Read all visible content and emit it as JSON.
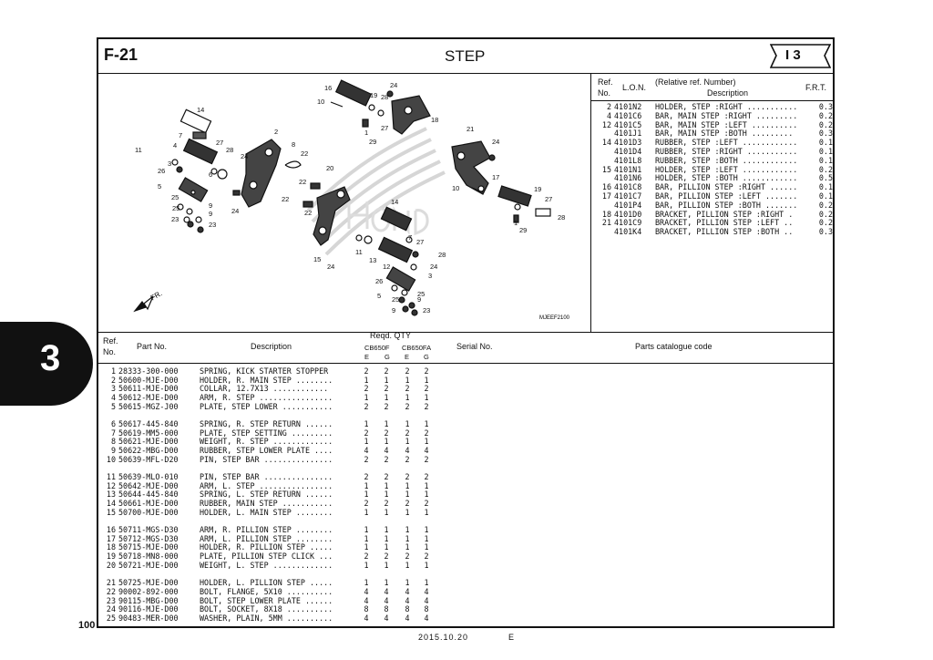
{
  "header": {
    "section": "F-21",
    "title": "STEP",
    "code": "I 3"
  },
  "side_tab": {
    "label": "3"
  },
  "page_number": "100",
  "footer": {
    "date": "2015.10.20",
    "edition": "E"
  },
  "diagram": {
    "code": "MJEEF2100",
    "front_label": "FR."
  },
  "ref_table": {
    "headers": {
      "ref": "Ref.",
      "no": "No.",
      "lon": "L.O.N.",
      "relative": "(Relative ref. Number)",
      "description": "Description",
      "frt": "F.R.T."
    },
    "rows": [
      {
        "ref": "2",
        "lon": "4101N2",
        "desc": "HOLDER, STEP :RIGHT ...........",
        "frt": "0.3"
      },
      {
        "ref": "4",
        "lon": "4101C6",
        "desc": "BAR, MAIN STEP :RIGHT .........",
        "frt": "0.2"
      },
      {
        "ref": "12",
        "lon": "4101C5",
        "desc": "BAR, MAIN STEP :LEFT ..........",
        "frt": "0.2"
      },
      {
        "ref": "",
        "lon": "4101J1",
        "desc": "BAR, MAIN STEP :BOTH .........",
        "frt": "0.3"
      },
      {
        "ref": "14",
        "lon": "4101D3",
        "desc": "RUBBER, STEP :LEFT ............",
        "frt": "0.1"
      },
      {
        "ref": "",
        "lon": "4101D4",
        "desc": "RUBBER, STEP :RIGHT ...........",
        "frt": "0.1"
      },
      {
        "ref": "",
        "lon": "4101L8",
        "desc": "RUBBER, STEP :BOTH ............",
        "frt": "0.1"
      },
      {
        "ref": "15",
        "lon": "4101N1",
        "desc": "HOLDER, STEP :LEFT ............",
        "frt": "0.2"
      },
      {
        "ref": "",
        "lon": "4101N6",
        "desc": "HOLDER, STEP :BOTH ............",
        "frt": "0.5"
      },
      {
        "ref": "16",
        "lon": "4101C8",
        "desc": "BAR, PILLION STEP :RIGHT ......",
        "frt": "0.1"
      },
      {
        "ref": "17",
        "lon": "4101C7",
        "desc": "BAR, PILLION STEP :LEFT .......",
        "frt": "0.1"
      },
      {
        "ref": "",
        "lon": "4101P4",
        "desc": "BAR, PILLION STEP :BOTH .......",
        "frt": "0.2"
      },
      {
        "ref": "18",
        "lon": "4101D0",
        "desc": "BRACKET, PILLION STEP :RIGHT .",
        "frt": "0.2"
      },
      {
        "ref": "21",
        "lon": "4101C9",
        "desc": "BRACKET, PILLION STEP :LEFT ..",
        "frt": "0.2"
      },
      {
        "ref": "",
        "lon": "4101K4",
        "desc": "BRACKET, PILLION STEP :BOTH ..",
        "frt": "0.3"
      }
    ]
  },
  "parts_table": {
    "headers": {
      "ref": "Ref.",
      "no": "No.",
      "part_no": "Part No.",
      "description": "Description",
      "reqd_qty": "Reqd. QTY",
      "model1": "CB650F",
      "model2": "CB650FA",
      "sub": [
        "E",
        "G",
        "E",
        "G"
      ],
      "serial": "Serial No.",
      "catalogue": "Parts catalogue code"
    },
    "rows": [
      {
        "ref": "1",
        "part": "28333-300-000",
        "desc": "SPRING, KICK STARTER STOPPER",
        "q": [
          "2",
          "2",
          "2",
          "2"
        ]
      },
      {
        "ref": "2",
        "part": "50600-MJE-D00",
        "desc": "HOLDER, R. MAIN STEP ........",
        "q": [
          "1",
          "1",
          "1",
          "1"
        ]
      },
      {
        "ref": "3",
        "part": "50611-MJE-D00",
        "desc": "COLLAR, 12.7X13 ............",
        "q": [
          "2",
          "2",
          "2",
          "2"
        ]
      },
      {
        "ref": "4",
        "part": "50612-MJE-D00",
        "desc": "ARM, R. STEP ................",
        "q": [
          "1",
          "1",
          "1",
          "1"
        ]
      },
      {
        "ref": "5",
        "part": "50615-MGZ-J00",
        "desc": "PLATE, STEP LOWER ...........",
        "q": [
          "2",
          "2",
          "2",
          "2"
        ]
      },
      {
        "ref": "6",
        "part": "50617-445-840",
        "desc": "SPRING, R. STEP RETURN ......",
        "q": [
          "1",
          "1",
          "1",
          "1"
        ]
      },
      {
        "ref": "7",
        "part": "50619-MM5-000",
        "desc": "PLATE, STEP SETTING .........",
        "q": [
          "2",
          "2",
          "2",
          "2"
        ]
      },
      {
        "ref": "8",
        "part": "50621-MJE-D00",
        "desc": "WEIGHT, R. STEP .............",
        "q": [
          "1",
          "1",
          "1",
          "1"
        ]
      },
      {
        "ref": "9",
        "part": "50622-MBG-D00",
        "desc": "RUBBER, STEP LOWER PLATE ....",
        "q": [
          "4",
          "4",
          "4",
          "4"
        ]
      },
      {
        "ref": "10",
        "part": "50639-MFL-D20",
        "desc": "PIN, STEP BAR ...............",
        "q": [
          "2",
          "2",
          "2",
          "2"
        ]
      },
      {
        "ref": "11",
        "part": "50639-MLO-010",
        "desc": "PIN, STEP BAR ...............",
        "q": [
          "2",
          "2",
          "2",
          "2"
        ]
      },
      {
        "ref": "12",
        "part": "50642-MJE-D00",
        "desc": "ARM, L. STEP ................",
        "q": [
          "1",
          "1",
          "1",
          "1"
        ]
      },
      {
        "ref": "13",
        "part": "50644-445-840",
        "desc": "SPRING, L. STEP RETURN ......",
        "q": [
          "1",
          "1",
          "1",
          "1"
        ]
      },
      {
        "ref": "14",
        "part": "50661-MJE-D00",
        "desc": "RUBBER, MAIN STEP ...........",
        "q": [
          "2",
          "2",
          "2",
          "2"
        ]
      },
      {
        "ref": "15",
        "part": "50700-MJE-D00",
        "desc": "HOLDER, L. MAIN STEP ........",
        "q": [
          "1",
          "1",
          "1",
          "1"
        ]
      },
      {
        "ref": "16",
        "part": "50711-MGS-D30",
        "desc": "ARM, R. PILLION STEP ........",
        "q": [
          "1",
          "1",
          "1",
          "1"
        ]
      },
      {
        "ref": "17",
        "part": "50712-MGS-D30",
        "desc": "ARM, L. PILLION STEP ........",
        "q": [
          "1",
          "1",
          "1",
          "1"
        ]
      },
      {
        "ref": "18",
        "part": "50715-MJE-D00",
        "desc": "HOLDER, R. PILLION STEP .....",
        "q": [
          "1",
          "1",
          "1",
          "1"
        ]
      },
      {
        "ref": "19",
        "part": "50718-MN8-000",
        "desc": "PLATE, PILLION STEP CLICK ...",
        "q": [
          "2",
          "2",
          "2",
          "2"
        ]
      },
      {
        "ref": "20",
        "part": "50721-MJE-D00",
        "desc": "WEIGHT, L. STEP .............",
        "q": [
          "1",
          "1",
          "1",
          "1"
        ]
      },
      {
        "ref": "21",
        "part": "50725-MJE-D00",
        "desc": "HOLDER, L. PILLION STEP .....",
        "q": [
          "1",
          "1",
          "1",
          "1"
        ]
      },
      {
        "ref": "22",
        "part": "90002-892-000",
        "desc": "BOLT, FLANGE, 5X10 ..........",
        "q": [
          "4",
          "4",
          "4",
          "4"
        ]
      },
      {
        "ref": "23",
        "part": "90115-MBG-D00",
        "desc": "BOLT, STEP LOWER PLATE ......",
        "q": [
          "4",
          "4",
          "4",
          "4"
        ]
      },
      {
        "ref": "24",
        "part": "90116-MJE-D00",
        "desc": "BOLT, SOCKET, 8X18 ..........",
        "q": [
          "8",
          "8",
          "8",
          "8"
        ]
      },
      {
        "ref": "25",
        "part": "90483-MER-D00",
        "desc": "WASHER, PLAIN, 5MM ..........",
        "q": [
          "4",
          "4",
          "4",
          "4"
        ]
      }
    ]
  },
  "callouts": [
    {
      "t": "16"
    },
    {
      "t": "24"
    },
    {
      "t": "19"
    },
    {
      "t": "28"
    },
    {
      "t": "10"
    },
    {
      "t": "18"
    },
    {
      "t": "27"
    },
    {
      "t": "1"
    },
    {
      "t": "29"
    },
    {
      "t": "14"
    },
    {
      "t": "7"
    },
    {
      "t": "4"
    },
    {
      "t": "11"
    },
    {
      "t": "27"
    },
    {
      "t": "28"
    },
    {
      "t": "2"
    },
    {
      "t": "8"
    },
    {
      "t": "22"
    },
    {
      "t": "24"
    },
    {
      "t": "3"
    },
    {
      "t": "26"
    },
    {
      "t": "6"
    },
    {
      "t": "22"
    },
    {
      "t": "20"
    },
    {
      "t": "5"
    },
    {
      "t": "25"
    },
    {
      "t": "9"
    },
    {
      "t": "25"
    },
    {
      "t": "9"
    },
    {
      "t": "23"
    },
    {
      "t": "23"
    },
    {
      "t": "24"
    },
    {
      "t": "22"
    },
    {
      "t": "22"
    },
    {
      "t": "21"
    },
    {
      "t": "24"
    },
    {
      "t": "10"
    },
    {
      "t": "17"
    },
    {
      "t": "19"
    },
    {
      "t": "27"
    },
    {
      "t": "28"
    },
    {
      "t": "1"
    },
    {
      "t": "29"
    },
    {
      "t": "14"
    },
    {
      "t": "7"
    },
    {
      "t": "27"
    },
    {
      "t": "28"
    },
    {
      "t": "24"
    },
    {
      "t": "11"
    },
    {
      "t": "13"
    },
    {
      "t": "12"
    },
    {
      "t": "15"
    },
    {
      "t": "24"
    },
    {
      "t": "3"
    },
    {
      "t": "26"
    },
    {
      "t": "5"
    },
    {
      "t": "25"
    },
    {
      "t": "25"
    },
    {
      "t": "9"
    },
    {
      "t": "9"
    },
    {
      "t": "23"
    },
    {
      "t": "23"
    }
  ]
}
